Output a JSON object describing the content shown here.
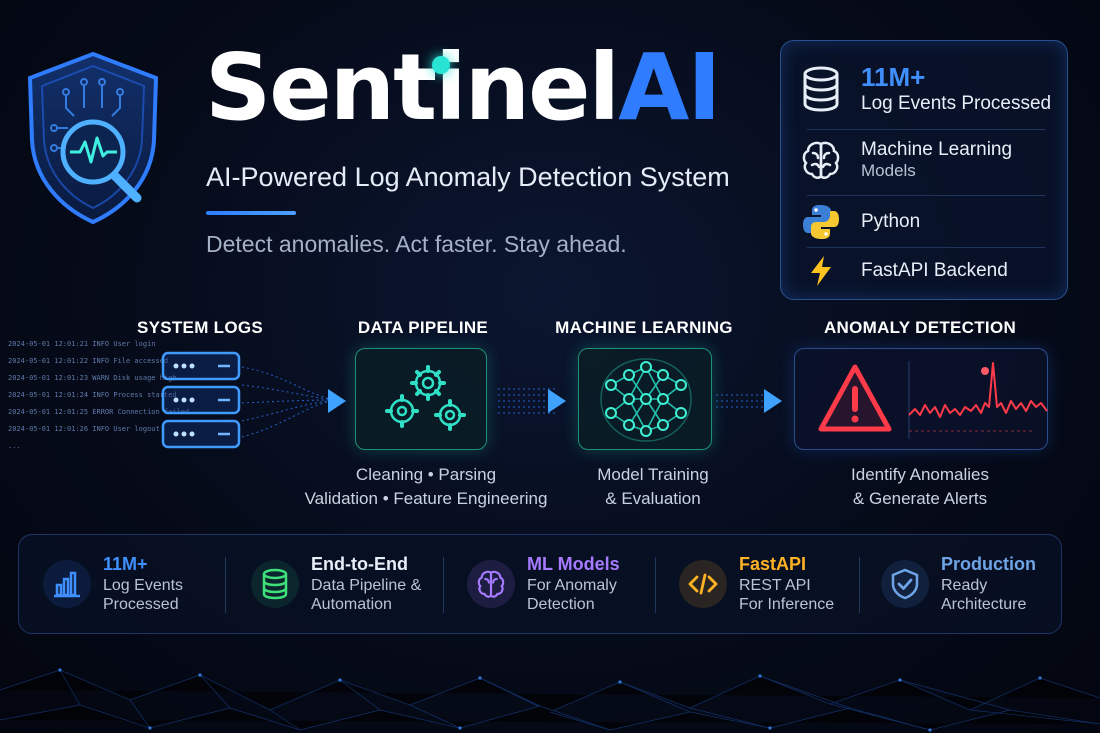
{
  "header": {
    "title_part1": "Sentinel",
    "title_part2": "AI",
    "subtitle": "AI-Powered Log Anomaly Detection System",
    "tagline": "Detect anomalies. Act faster. Stay ahead."
  },
  "stats_card": {
    "items": [
      {
        "icon": "database-icon",
        "highlight": "11M+",
        "label": "Log Events Processed"
      },
      {
        "icon": "brain-icon",
        "label": "Machine Learning",
        "sublabel": "Models"
      },
      {
        "icon": "python-icon",
        "label": "Python"
      },
      {
        "icon": "lightning-icon",
        "label": "FastAPI Backend"
      }
    ]
  },
  "pipeline": {
    "log_lines": [
      "2024-05-01 12:01:21 INFO User login",
      "2024-05-01 12:01:22 INFO File accessed",
      "2024-05-01 12:01:23 WARN Disk usage high",
      "2024-05-01 12:01:24 INFO Process started",
      "2024-05-01 12:01:25 ERROR Connection failed",
      "2024-05-01 12:01:26 INFO User logout",
      "..."
    ],
    "stages": [
      {
        "label": "SYSTEM LOGS",
        "icon": "server-stack-icon"
      },
      {
        "label": "DATA PIPELINE",
        "icon": "gears-icon",
        "desc_line1": "Cleaning • Parsing",
        "desc_line2": "Validation • Feature Engineering"
      },
      {
        "label": "MACHINE LEARNING",
        "icon": "neural-network-icon",
        "desc_line1": "Model Training",
        "desc_line2": "& Evaluation"
      },
      {
        "label": "ANOMALY DETECTION",
        "icon": "warning-icon",
        "desc_line1": "Identify Anomalies",
        "desc_line2": "& Generate Alerts"
      }
    ]
  },
  "features": [
    {
      "icon": "bar-chart-icon",
      "title": "11M+",
      "line1": "Log Events",
      "line2": "Processed",
      "color": "#3f8fff"
    },
    {
      "icon": "database-icon",
      "title": "End-to-End",
      "line1": "Data Pipeline &",
      "line2": "Automation",
      "color": "#e8eef8"
    },
    {
      "icon": "brain-icon",
      "title": "ML Models",
      "line1": "For Anomaly",
      "line2": "Detection",
      "color": "#a67bff"
    },
    {
      "icon": "code-icon",
      "title": "FastAPI",
      "line1": "REST API",
      "line2": "For Inference",
      "color": "#ffb224"
    },
    {
      "icon": "shield-check-icon",
      "title": "Production",
      "line1": "Ready",
      "line2": "Architecture",
      "color": "#6ea4e6"
    }
  ],
  "colors": {
    "accent_blue": "#2f7cff",
    "teal": "#29e3d4",
    "alert_red": "#ff3b4a",
    "background": "#060b1a"
  }
}
